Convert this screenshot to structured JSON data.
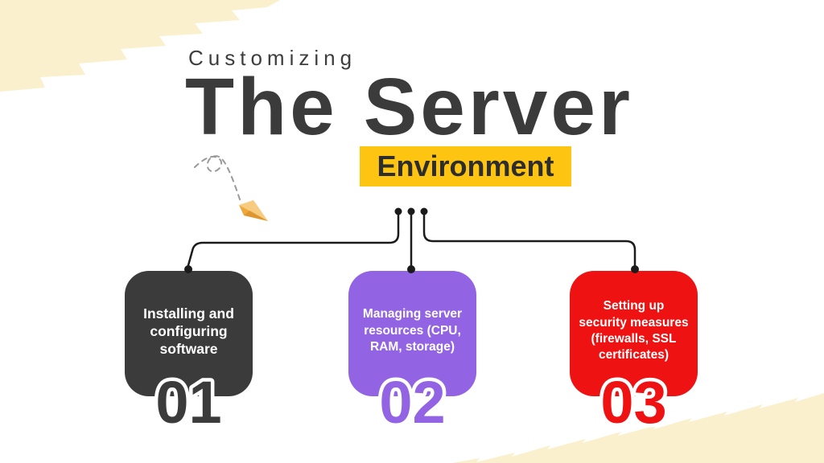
{
  "header": {
    "eyebrow": "Customizing",
    "title": "The Server",
    "highlight": "Environment",
    "highlight_bg": "#fdc411",
    "title_color": "#3b3b3b"
  },
  "decor": {
    "corner_brush_color": "#faf0cd",
    "dashed_arrow_color": "#9a9a9a",
    "paper_plane_colors": [
      "#f8cc80",
      "#f0a83a",
      "#e0962e"
    ],
    "connector_color": "#1b1b1b"
  },
  "cards": [
    {
      "number": "01",
      "label": "Installing and configuring software",
      "color": "#3b3b3b",
      "text_color": "#ffffff"
    },
    {
      "number": "02",
      "label": "Managing server resources (CPU, RAM, storage)",
      "color": "#9263e3",
      "text_color": "#ffffff"
    },
    {
      "number": "03",
      "label": "Setting up security measures (firewalls, SSL certificates)",
      "color": "#ef1212",
      "text_color": "#ffffff"
    }
  ]
}
